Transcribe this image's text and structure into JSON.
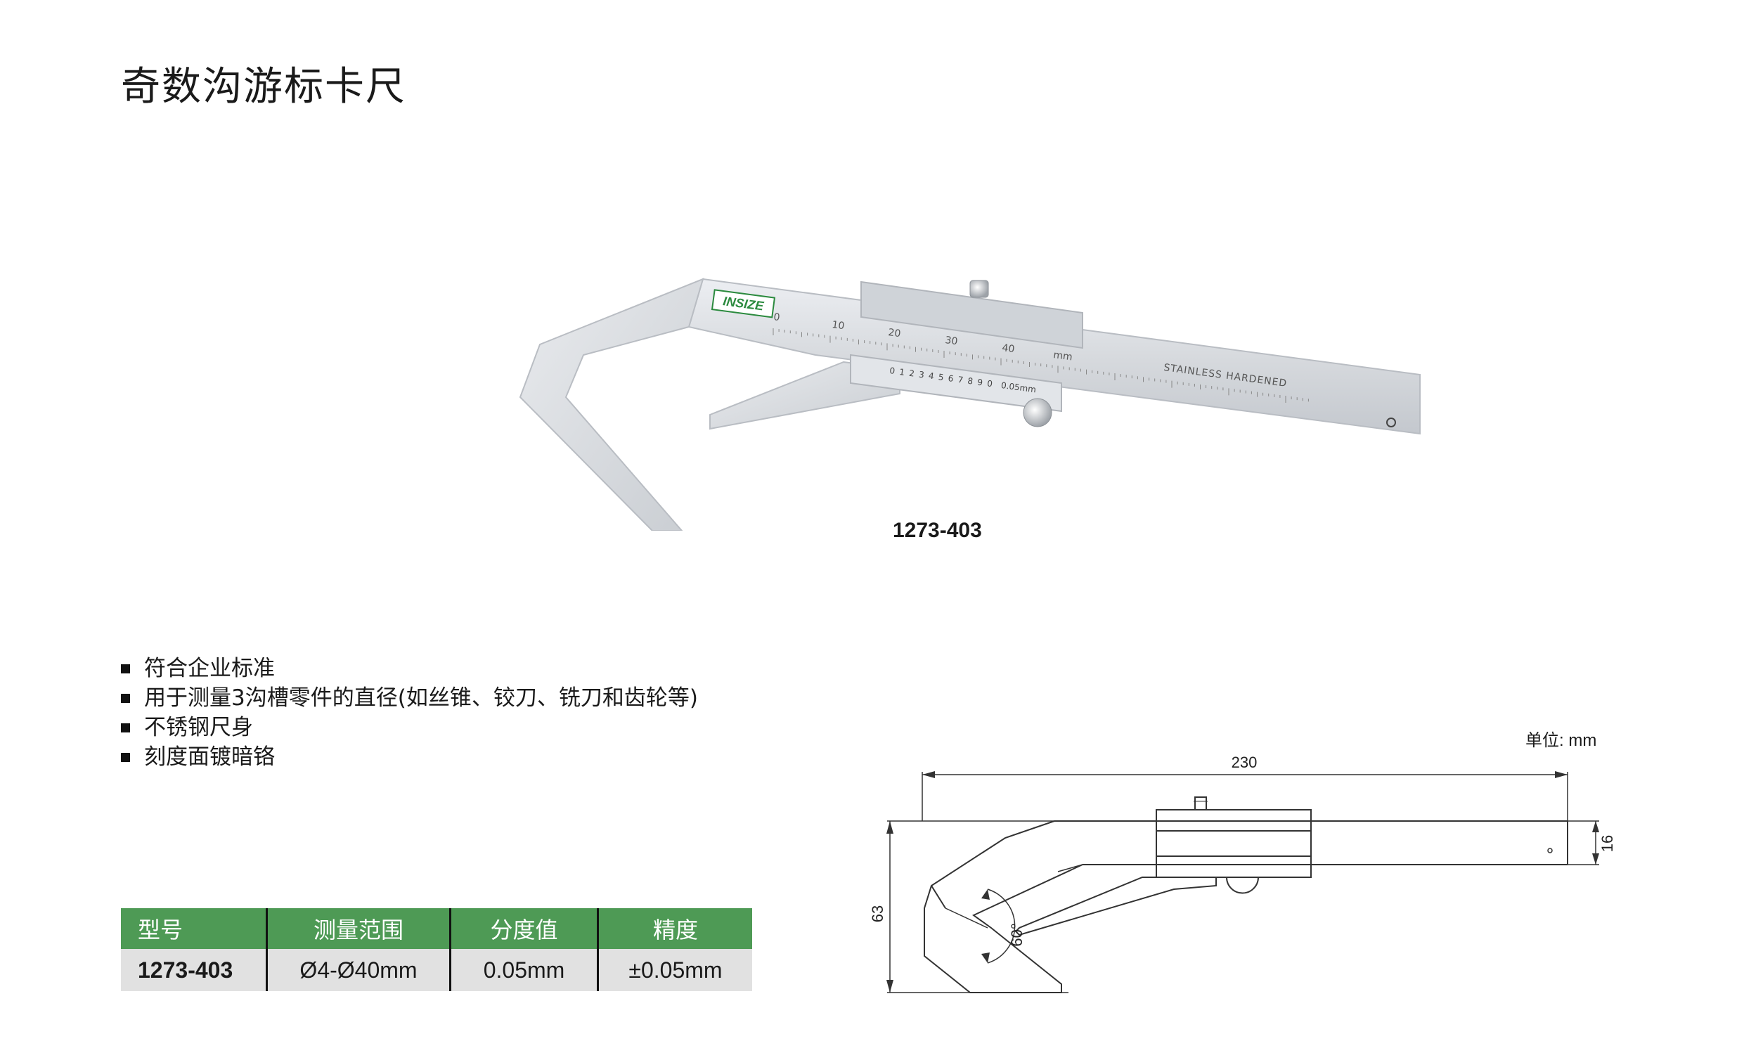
{
  "page": {
    "title": "奇数沟游标卡尺",
    "model_caption": "1273-403",
    "unit_note": "单位: mm"
  },
  "photo": {
    "brand": "INSIZE",
    "main_scale_labels": [
      "0",
      "10",
      "20",
      "30",
      "40"
    ],
    "main_scale_unit": "mm",
    "vernier_labels": [
      "0",
      "1",
      "2",
      "3",
      "4",
      "5",
      "6",
      "7",
      "8",
      "9",
      "0"
    ],
    "vernier_unit": "0.05mm",
    "beam_text": "STAINLESS  HARDENED"
  },
  "features": [
    "符合企业标准",
    "用于测量3沟槽零件的直径(如丝锥、铰刀、铣刀和齿轮等)",
    "不锈钢尺身",
    "刻度面镀暗铬"
  ],
  "table": {
    "headers": [
      "型号",
      "测量范围",
      "分度值",
      "精度"
    ],
    "rows": [
      [
        "1273-403",
        "Ø4-Ø40mm",
        "0.05mm",
        "±0.05mm"
      ]
    ]
  },
  "drawing": {
    "length": "230",
    "height": "63",
    "beam_width": "16",
    "angle": "60°"
  },
  "colors": {
    "header_green": "#4e9a55",
    "row_gray": "#e1e1e1",
    "photo_steel": "#d9dbe0",
    "brand_green": "#2b8a3e"
  }
}
